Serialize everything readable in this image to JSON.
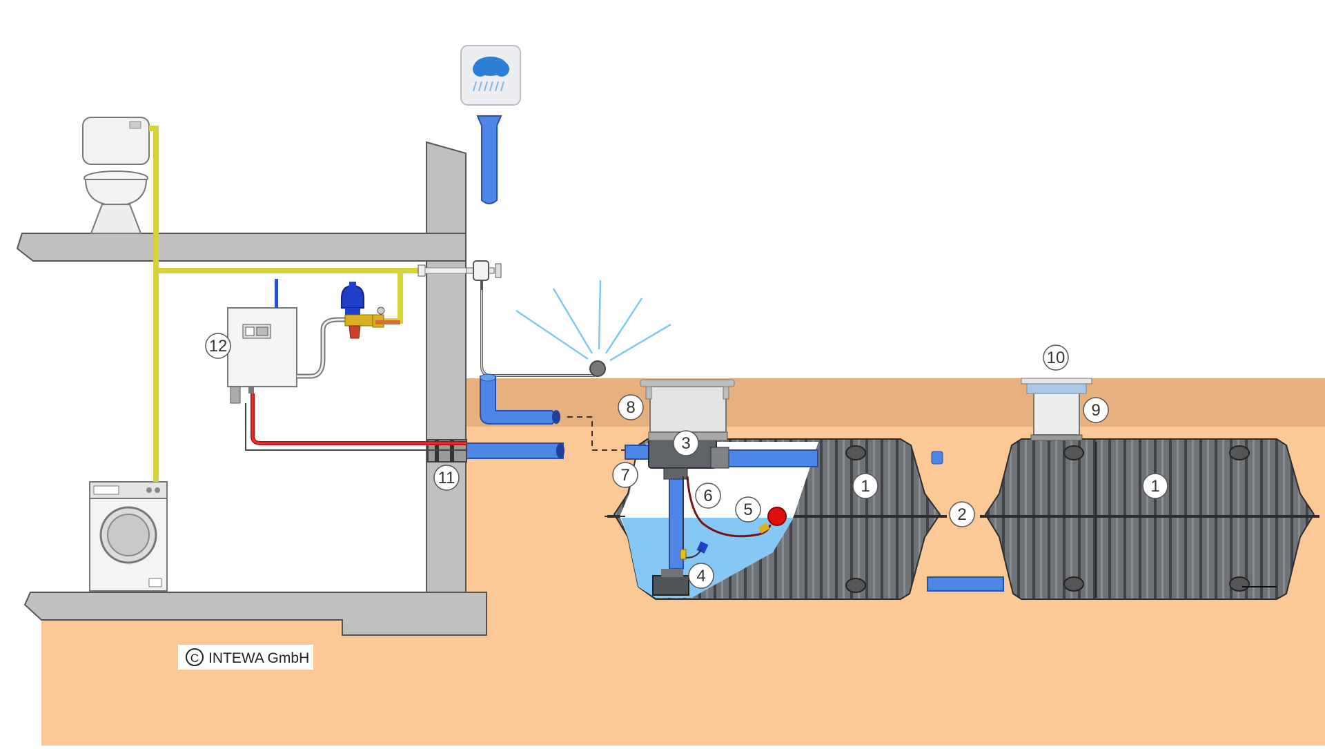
{
  "diagram": {
    "numbers": [
      "1",
      "1",
      "2",
      "3",
      "4",
      "5",
      "6",
      "7",
      "8",
      "9",
      "10",
      "11",
      "12"
    ],
    "copyright_symbol": "C",
    "copyright": "INTEWA GmbH"
  },
  "icons": {
    "rain": "rain-cloud-icon"
  },
  "colors": {
    "soil_light": "#fbc896",
    "soil_dark": "#e7b07f",
    "concrete": "#c0c0c0",
    "pipe_blue": "#4d86e6",
    "water": "#86c8f5",
    "supply_yellow": "#d6d23a",
    "hot_red": "#d42020",
    "tank_grey": "#6f7378"
  }
}
